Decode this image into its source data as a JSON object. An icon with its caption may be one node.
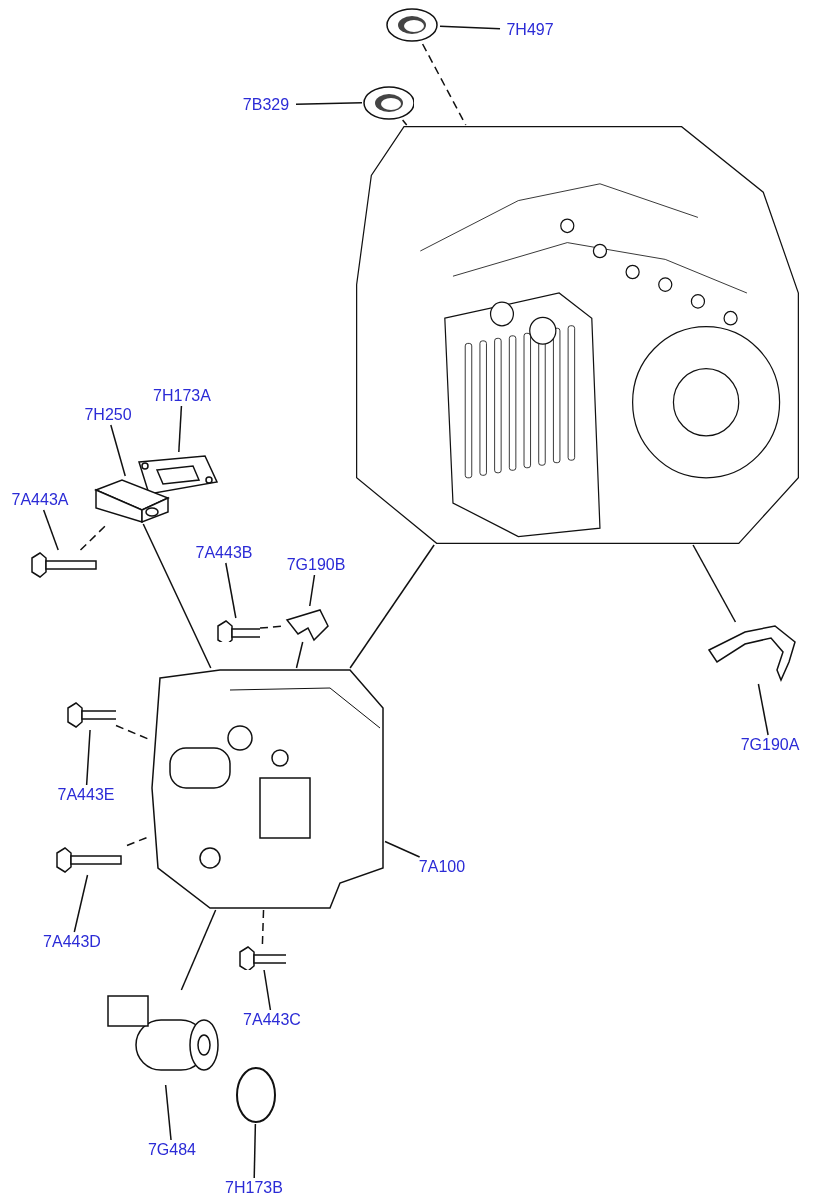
{
  "diagram": {
    "nodes": [
      {
        "text": [
          "7H497"
        ]
      },
      {
        "text": [],
        "shape": "picture"
      },
      {
        "text": [
          "7B329"
        ]
      },
      {
        "text": [],
        "shape": "picture"
      },
      {
        "text": [],
        "shape": "picture"
      },
      {
        "text": [
          "7H173A"
        ]
      },
      {
        "text": [],
        "shape": "picture"
      },
      {
        "text": [
          "7H250"
        ]
      },
      {
        "text": [],
        "shape": "picture"
      },
      {
        "text": [
          "7A443A"
        ]
      },
      {
        "text": [],
        "shape": "picture"
      },
      {
        "text": [
          "7A443B"
        ]
      },
      {
        "text": [],
        "shape": "picture"
      },
      {
        "text": [
          "7G190B"
        ]
      },
      {
        "text": [],
        "shape": "picture"
      },
      {
        "text": [
          "7G190A"
        ]
      },
      {
        "text": [],
        "shape": "picture"
      },
      {
        "text": [
          "7A443E"
        ]
      },
      {
        "text": [],
        "shape": "picture"
      },
      {
        "text": [
          "7A100"
        ]
      },
      {
        "text": [],
        "shape": "picture"
      },
      {
        "text": [
          "7A443D"
        ]
      },
      {
        "text": [],
        "shape": "picture"
      },
      {
        "text": [
          "7A443C"
        ]
      },
      {
        "text": [],
        "shape": "picture"
      },
      {
        "text": [
          "7G484"
        ]
      },
      {
        "text": [],
        "shape": "picture"
      },
      {
        "text": [
          "7H173B"
        ]
      },
      {
        "text": [],
        "shape": "circle"
      }
    ],
    "edges": [
      {
        "from": 0,
        "to": 1,
        "arrow": "none"
      },
      {
        "from": 2,
        "to": 3,
        "arrow": "none"
      },
      {
        "from": 5,
        "to": 6,
        "arrow": "none"
      },
      {
        "from": 7,
        "to": 8,
        "arrow": "none"
      },
      {
        "from": 9,
        "to": 10,
        "arrow": "none"
      },
      {
        "from": 11,
        "to": 12,
        "arrow": "none"
      },
      {
        "from": 13,
        "to": 14,
        "arrow": "none"
      },
      {
        "from": 15,
        "to": 16,
        "arrow": "none"
      },
      {
        "from": 17,
        "to": 18,
        "arrow": "none"
      },
      {
        "from": 19,
        "to": 20,
        "arrow": "none"
      },
      {
        "from": 21,
        "to": 22,
        "arrow": "none"
      },
      {
        "from": 23,
        "to": 24,
        "arrow": "none"
      },
      {
        "from": 25,
        "to": 26,
        "arrow": "none"
      },
      {
        "from": 27,
        "to": 28,
        "arrow": "none"
      },
      {
        "from": 1,
        "to": 4,
        "arrow": "none",
        "style": "dashed"
      },
      {
        "from": 3,
        "to": 4,
        "arrow": "none",
        "style": "dashed"
      },
      {
        "from": 10,
        "to": 8,
        "arrow": "none",
        "style": "dashed"
      },
      {
        "from": 8,
        "to": 20,
        "arrow": "none"
      },
      {
        "from": 20,
        "to": 4,
        "arrow": "none"
      },
      {
        "from": 12,
        "to": 14,
        "arrow": "none",
        "style": "dashed"
      },
      {
        "from": 14,
        "to": 20,
        "arrow": "none"
      },
      {
        "from": 16,
        "to": 4,
        "arrow": "none"
      },
      {
        "from": 18,
        "to": 20,
        "arrow": "none",
        "style": "dashed"
      },
      {
        "from": 22,
        "to": 20,
        "arrow": "none",
        "style": "dashed"
      },
      {
        "from": 24,
        "to": 20,
        "arrow": "none",
        "style": "dashed"
      },
      {
        "from": 26,
        "to": 20,
        "arrow": "none"
      }
    ]
  }
}
